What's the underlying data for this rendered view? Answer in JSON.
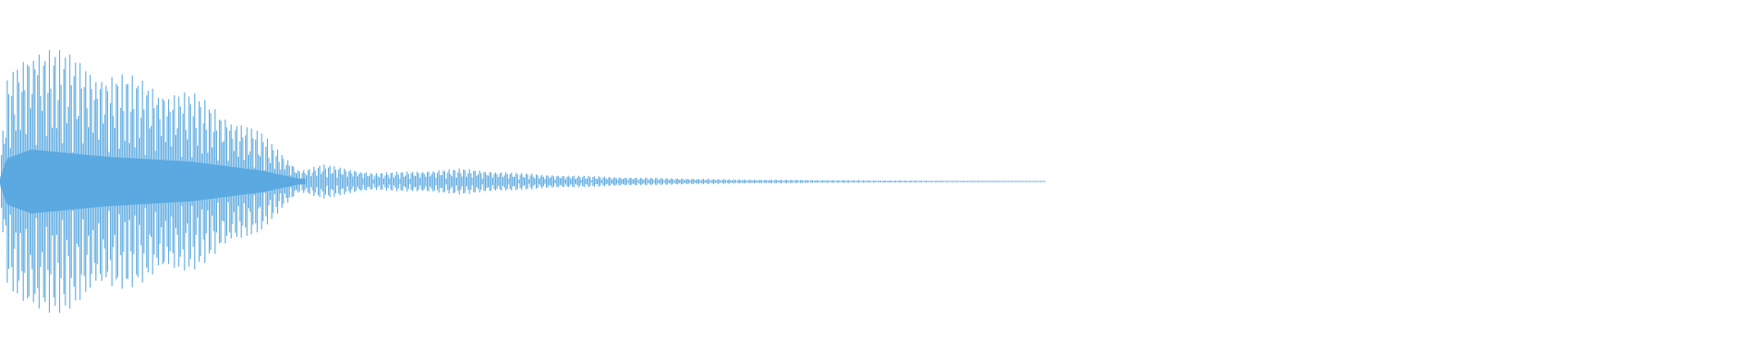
{
  "waveform": {
    "color": "#5aa9e0",
    "background": "#ffffff",
    "envelope": [
      {
        "t": 0.0,
        "a": 0.1
      },
      {
        "t": 0.004,
        "a": 0.72
      },
      {
        "t": 0.018,
        "a": 1.0
      },
      {
        "t": 0.06,
        "a": 0.78
      },
      {
        "t": 0.11,
        "a": 0.62
      },
      {
        "t": 0.15,
        "a": 0.34
      },
      {
        "t": 0.172,
        "a": 0.08
      },
      {
        "t": 0.185,
        "a": 0.12
      },
      {
        "t": 0.215,
        "a": 0.06
      },
      {
        "t": 0.265,
        "a": 0.09
      },
      {
        "t": 0.31,
        "a": 0.05
      },
      {
        "t": 0.36,
        "a": 0.03
      },
      {
        "t": 0.42,
        "a": 0.015
      },
      {
        "t": 0.5,
        "a": 0.008
      },
      {
        "t": 0.58,
        "a": 0.004
      },
      {
        "t": 0.6,
        "a": 0.0
      }
    ]
  }
}
